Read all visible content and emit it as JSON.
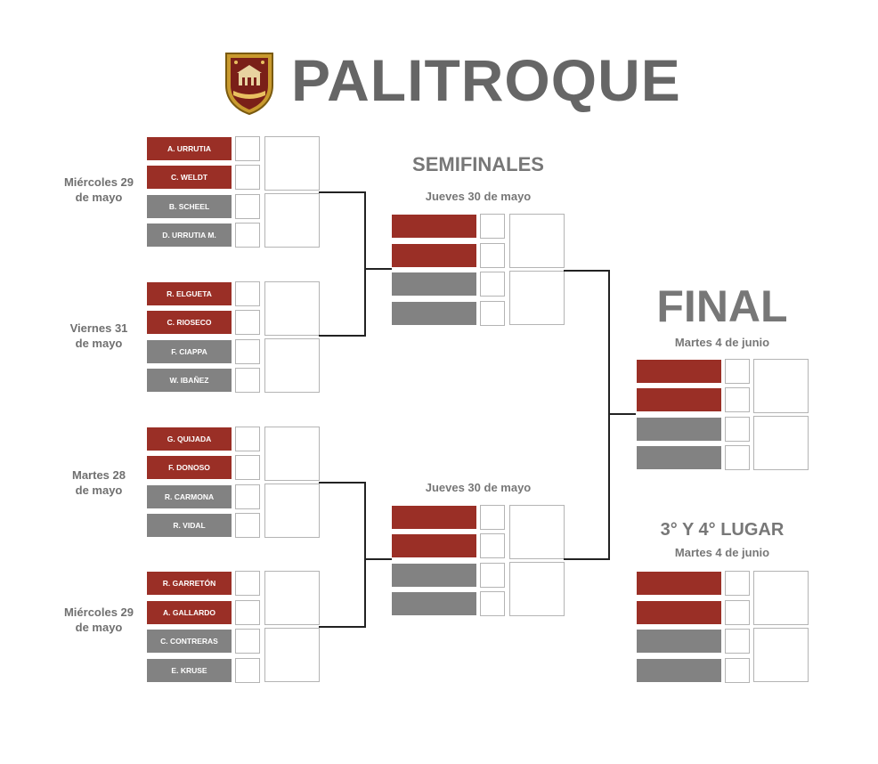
{
  "title": "PALITROQUE",
  "logo_icon": "club-crest-shield",
  "colors": {
    "accent_red": "#9a2f26",
    "gray": "#828282",
    "title_gray": "#666666"
  },
  "quarterfinals": [
    {
      "date_line1": "Miércoles 29",
      "date_line2": "de mayo",
      "players": [
        "A. URRUTIA",
        "C. WELDT",
        "B. SCHEEL",
        "D. URRUTIA M."
      ]
    },
    {
      "date_line1": "Viernes 31",
      "date_line2": "de mayo",
      "players": [
        "R. ELGUETA",
        "C. RIOSECO",
        "F. CIAPPA",
        "W. IBAÑEZ"
      ]
    },
    {
      "date_line1": "Martes 28",
      "date_line2": "de mayo",
      "players": [
        "G. QUIJADA",
        "F. DONOSO",
        "R. CARMONA",
        "R. VIDAL"
      ]
    },
    {
      "date_line1": "Miércoles 29",
      "date_line2": "de mayo",
      "players": [
        "R. GARRETÓN",
        "A. GALLARDO",
        "C. CONTRERAS",
        "E. KRUSE"
      ]
    }
  ],
  "semifinals": {
    "heading": "SEMIFINALES",
    "date_top": "Jueves 30 de mayo",
    "date_bottom": "Jueves 30 de mayo"
  },
  "final": {
    "heading": "FINAL",
    "date": "Martes 4 de junio"
  },
  "third_place": {
    "heading": "3° Y 4° LUGAR",
    "date": "Martes 4 de junio"
  }
}
